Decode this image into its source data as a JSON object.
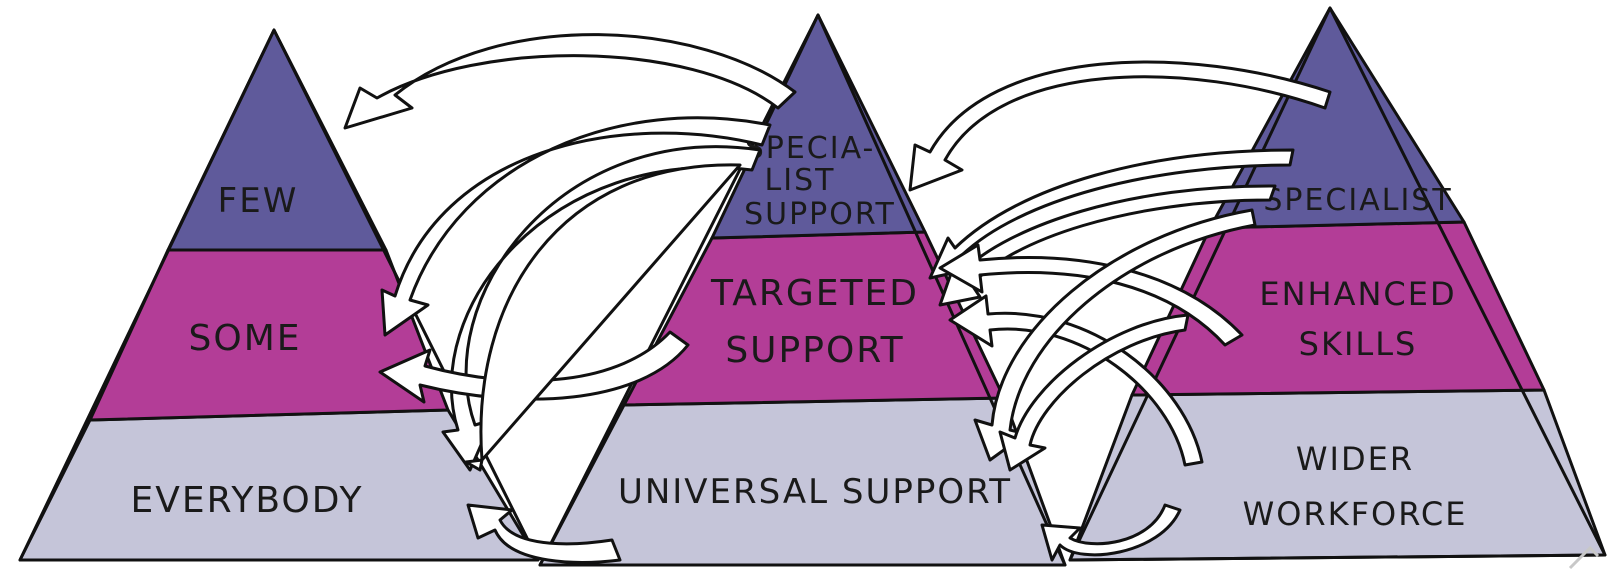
{
  "colors": {
    "top_tier": "#5f5a9b",
    "middle_tier": "#b33d97",
    "bottom_tier": "#c5c5d9",
    "line": "#111111",
    "arrow_fill": "#ffffff"
  },
  "pyramids": [
    {
      "tiers": {
        "top": [
          "FEW"
        ],
        "middle": [
          "SOME"
        ],
        "bottom": [
          "EVERYBODY"
        ]
      }
    },
    {
      "tiers": {
        "top": [
          "SPECIA-",
          "LIST",
          "SUPPORT"
        ],
        "middle": [
          "TARGETED",
          "SUPPORT"
        ],
        "bottom": [
          "UNIVERSAL SUPPORT"
        ]
      }
    },
    {
      "tiers": {
        "top": [
          "SPECIALIST"
        ],
        "middle": [
          "ENHANCED",
          "SKILLS"
        ],
        "bottom": [
          "WIDER",
          "WORKFORCE"
        ]
      }
    }
  ]
}
